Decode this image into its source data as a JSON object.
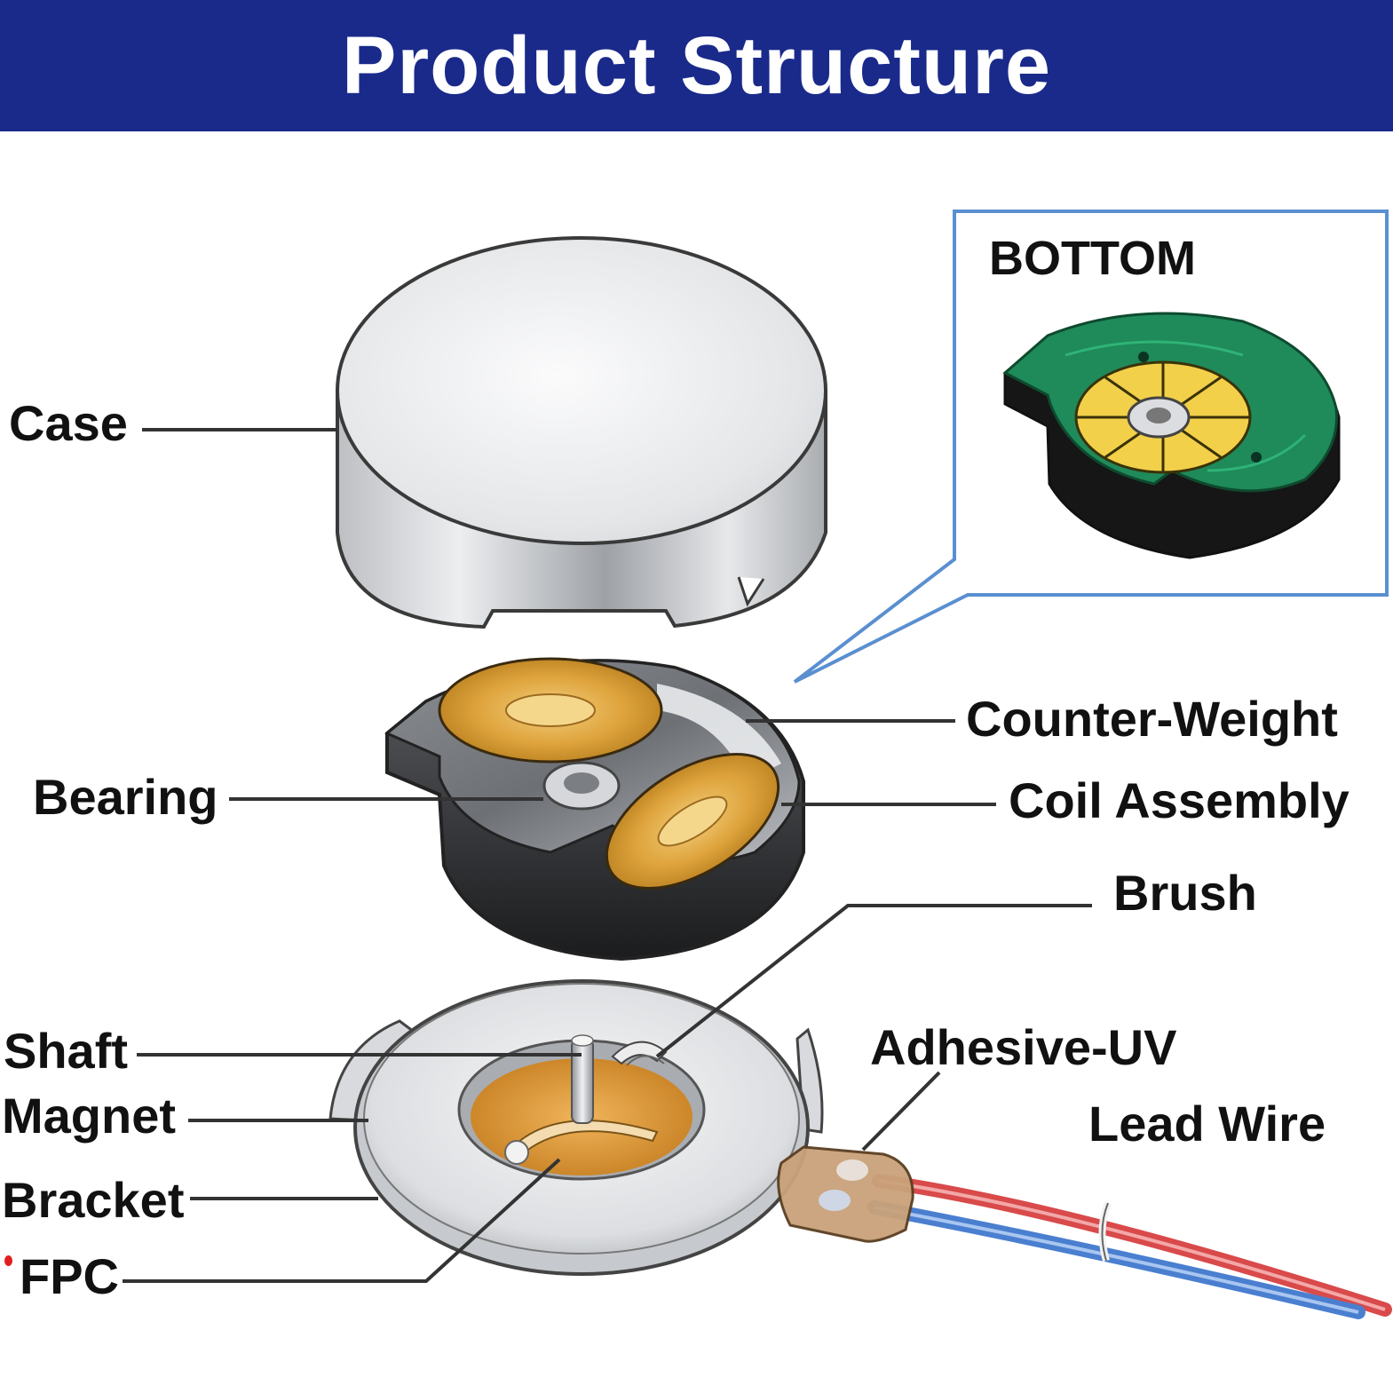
{
  "header": {
    "title": "Product Structure"
  },
  "inset": {
    "title": "BOTTOM"
  },
  "labels": {
    "case": "Case",
    "bearing": "Bearing",
    "counter_weight": "Counter-Weight",
    "coil_assembly": "Coil Assembly",
    "brush": "Brush",
    "shaft": "Shaft",
    "magnet": "Magnet",
    "bracket": "Bracket",
    "fpc": "FPC",
    "adhesive_uv": "Adhesive-UV",
    "lead_wire": "Lead Wire"
  },
  "colors": {
    "banner": "#1a2a8a",
    "inset_border": "#5a8fd0",
    "fpc_green": "#1f8a5a",
    "coil_gold": "#d99a2e",
    "wire_red": "#d94a4a",
    "wire_blue": "#4a7fd0"
  }
}
